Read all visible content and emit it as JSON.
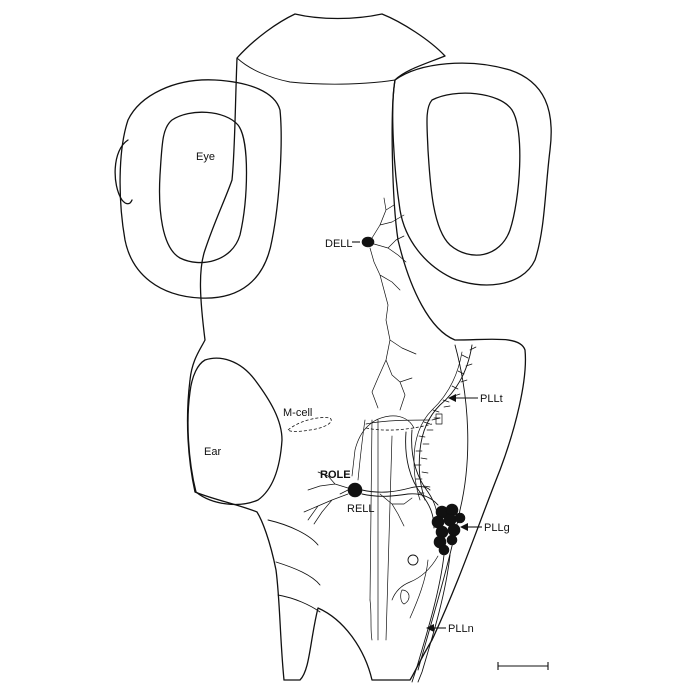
{
  "labels": {
    "eye": "Eye",
    "dell": "DELL",
    "m_cell": "M-cell",
    "pllt": "PLLt",
    "ear": "Ear",
    "role": "ROLE",
    "rell": "RELL",
    "pllg": "PLLg",
    "pll_n": "PLLn"
  },
  "colors": {
    "ink": "#111111",
    "background": "#ffffff"
  }
}
